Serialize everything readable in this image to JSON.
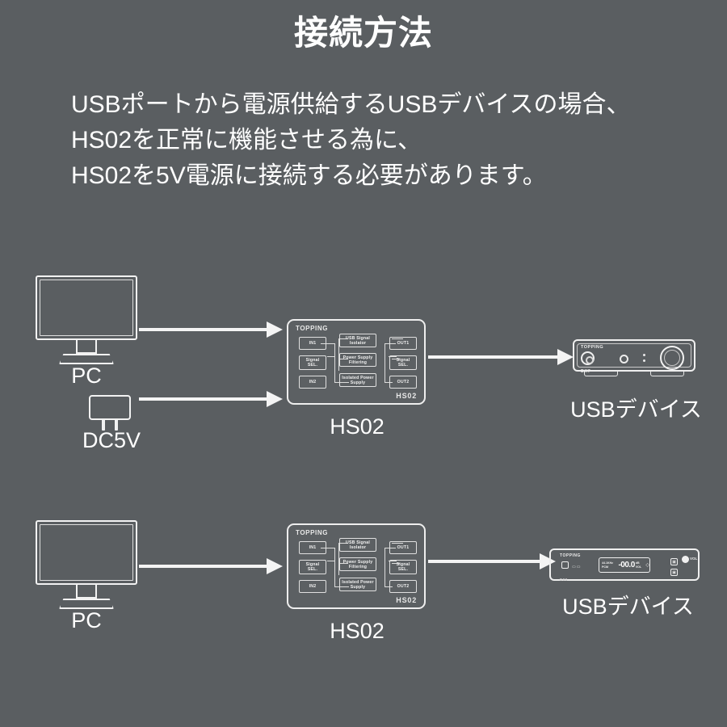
{
  "page": {
    "title": "接続方法",
    "background_color": "#5a5e61",
    "text_color": "#ffffff"
  },
  "intro": {
    "line1": "USBポートから電源供給するUSBデバイスの場合、",
    "line2": "HS02を正常に機能させる為に、",
    "line3": "HS02を5V電源に接続する必要があります。"
  },
  "diagram": {
    "top_row": {
      "pc_label": "PC",
      "adapter_label": "DC5V",
      "hs02_label": "HS02",
      "device_label": "USBデバイス"
    },
    "bottom_row": {
      "pc_label": "PC",
      "hs02_label": "HS02",
      "device_label": "USBデバイス"
    }
  },
  "hs02_unit": {
    "brand": "TOPPING",
    "model": "HS02",
    "blocks": {
      "in1": "IN1",
      "in2": "IN2",
      "signal_sel_left": "Signal SEL.",
      "usb_isolator": "USB Signal Isolator",
      "power_filtering": "Power Supply Filtering",
      "isolated_supply": "Isolated Power Supply",
      "out1": "OUT1",
      "out2": "OUT2",
      "signal_sel_right": "Signal SEL."
    }
  },
  "amp_device": {
    "brand": "TOPPING",
    "model": "DX7"
  },
  "rack_device": {
    "brand": "TOPPING",
    "model": "D90",
    "display_left": "44.1KHz PCM",
    "display_value": "-00.0",
    "display_unit": "dB VOL",
    "display_arrows": "◇",
    "button_top": "▣",
    "button_bottom": "▣",
    "knob_label": "VOL"
  }
}
